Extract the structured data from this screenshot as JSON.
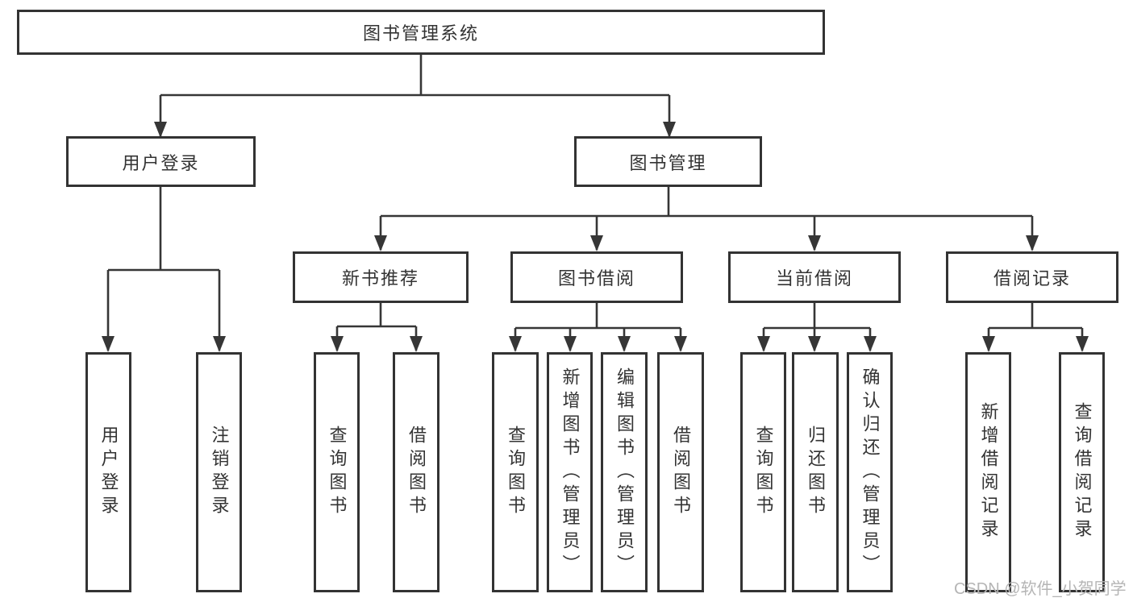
{
  "tree": {
    "root": {
      "label": "图书管理系统"
    },
    "children": [
      {
        "label": "用户登录",
        "children": [
          {
            "label": "用户登录"
          },
          {
            "label": "注销登录"
          }
        ]
      },
      {
        "label": "图书管理",
        "children": [
          {
            "label": "新书推荐",
            "children": [
              {
                "label": "查询图书"
              },
              {
                "label": "借阅图书"
              }
            ]
          },
          {
            "label": "图书借阅",
            "children": [
              {
                "label": "查询图书"
              },
              {
                "label": "新增图书（管理员）"
              },
              {
                "label": "编辑图书（管理员）"
              },
              {
                "label": "借阅图书"
              }
            ]
          },
          {
            "label": "当前借阅",
            "children": [
              {
                "label": "查询图书"
              },
              {
                "label": "归还图书"
              },
              {
                "label": "确认归还（管理员）"
              }
            ]
          },
          {
            "label": "借阅记录",
            "children": [
              {
                "label": "新增借阅记录"
              },
              {
                "label": "查询借阅记录"
              }
            ]
          }
        ]
      }
    ]
  },
  "watermark": {
    "text": "CSDN @软件_小贺同学"
  },
  "colors": {
    "line": "#363636",
    "box_border": "#333333",
    "box_fill": "#ffffff",
    "text": "#333333",
    "watermark": "#b5b5b5",
    "background": "#ffffff"
  }
}
